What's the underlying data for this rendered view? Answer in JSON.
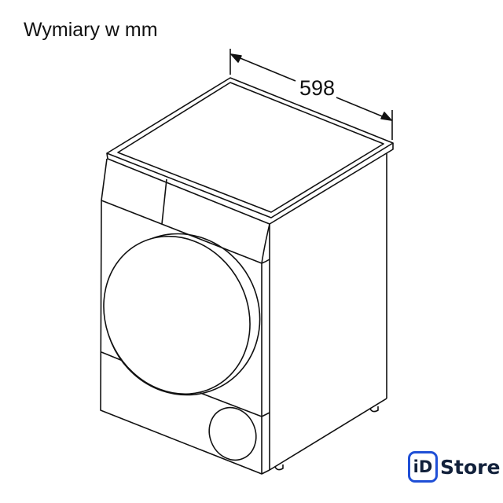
{
  "title": "Wymiary w mm",
  "dimension": {
    "label": "598",
    "unit": "mm"
  },
  "logo": {
    "mark": "iD",
    "text": "Store",
    "colors": {
      "border": "#1f4fd6",
      "text": "#12213b"
    }
  },
  "line_color": "#111111"
}
